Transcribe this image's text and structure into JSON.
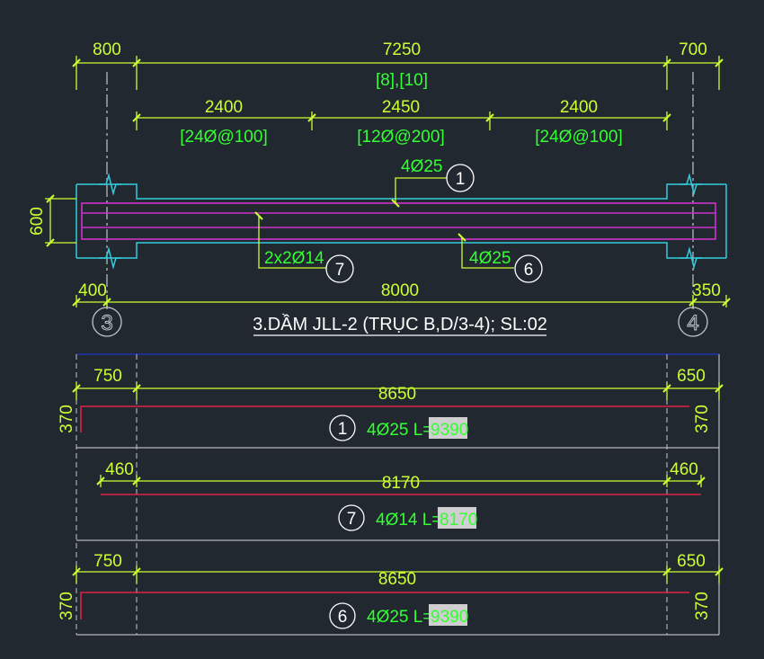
{
  "title": "3.DẦM JLL-2 (TRỤC B,D/3-4); SL:02",
  "axes": {
    "left": "3",
    "right": "4"
  },
  "top_dims": {
    "row1": [
      "800",
      "7250",
      "700"
    ],
    "span_note": "[8],[10]",
    "row2": [
      "2400",
      "2450",
      "2400"
    ],
    "stirrups": [
      "[24Ø@100]",
      "[12Ø@200]",
      "[24Ø@100]"
    ]
  },
  "beam": {
    "height": "600",
    "bottom_dims": [
      "400",
      "8000",
      "350"
    ],
    "callouts": [
      {
        "text": "4Ø25",
        "mark": "1"
      },
      {
        "text": "2x2Ø14",
        "mark": "7"
      },
      {
        "text": "4Ø25",
        "mark": "6"
      }
    ]
  },
  "bars": [
    {
      "mark": "1",
      "spec": "4Ø25 L=",
      "length": "9390",
      "dims": [
        "750",
        "8650",
        "650"
      ],
      "left_hook": "370",
      "right_hook": "370"
    },
    {
      "mark": "7",
      "spec": "4Ø14 L=",
      "length": "8170",
      "dims": [
        "460",
        "8170",
        "460"
      ],
      "left_hook": "",
      "right_hook": ""
    },
    {
      "mark": "6",
      "spec": "4Ø25 L=",
      "length": "9390",
      "dims": [
        "750",
        "8650",
        "650"
      ],
      "left_hook": "370",
      "right_hook": "370"
    }
  ],
  "colors": {
    "background": "#212830",
    "dimension": "#ccff33",
    "text": "#33ff33",
    "outline": "#33ccdd",
    "rebar": "#cc33cc",
    "bar_line": "#dd2244",
    "highlight": "#cfcfcf"
  }
}
